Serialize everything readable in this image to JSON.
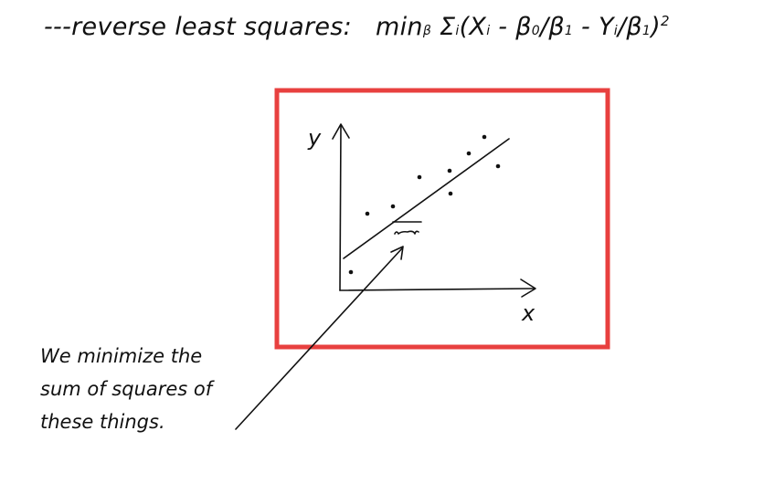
{
  "title": {
    "prefix": "---reverse least squares:",
    "min": "min",
    "min_sub": "β",
    "sigma": "Σ",
    "sigma_sub": "i",
    "expr_1": "(X",
    "x_sub": "i",
    "expr_2": " - β",
    "b0_sub": "0",
    "expr_3": "/β",
    "b1_sub": "1",
    "expr_4": " - Y",
    "y_sub": "i",
    "expr_5": "/β",
    "b1b_sub": "1",
    "expr_6": ")",
    "power": "2"
  },
  "plot": {
    "y_label": "y",
    "x_label": "x",
    "frame_color": "#e8403f"
  },
  "annotation": {
    "line_1": "We minimize the",
    "line_2": "sum of squares of",
    "line_3": "these things."
  }
}
